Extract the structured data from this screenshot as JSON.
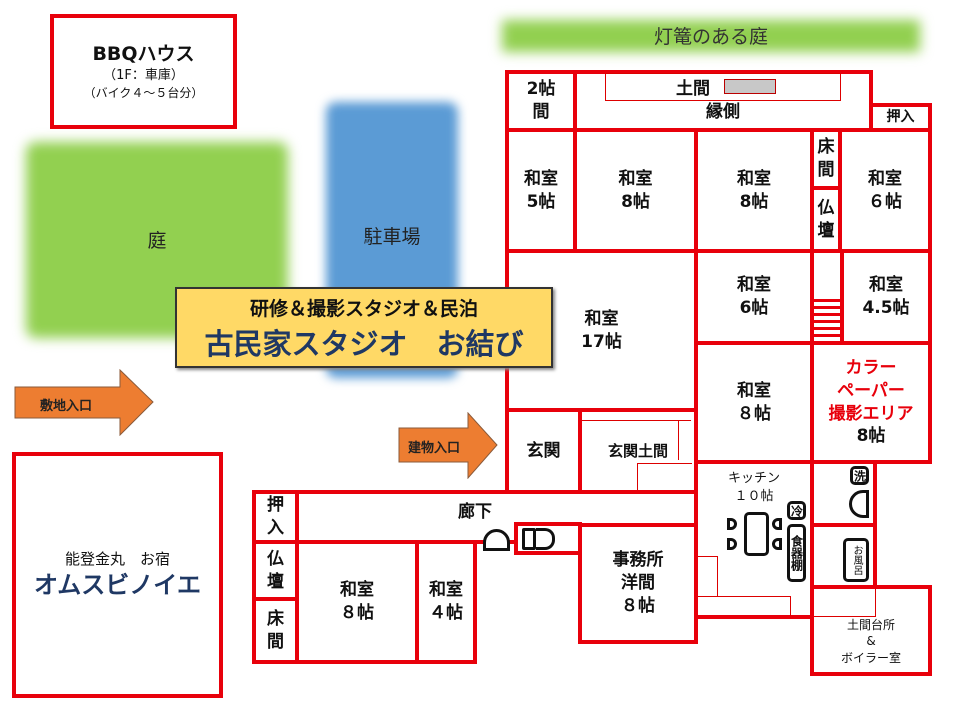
{
  "title": "研修＆撮影スタジオ＆民泊\n古民家スタジオ　お結び",
  "banner": {
    "line1": "研修＆撮影スタジオ＆民泊",
    "line2": "古民家スタジオ　お結び"
  },
  "colors": {
    "wall": "#e8000b",
    "garden": "#92d050",
    "parking": "#5b9bd5",
    "banner": "#ffd966",
    "arrow": "#ed7d31",
    "banner_text": "#1f3864"
  },
  "outside": {
    "bbq_title": "BBQハウス",
    "bbq_sub1": "（1F：車庫）",
    "bbq_sub2": "（バイク４～５台分）",
    "lantern_garden": "灯篭のある庭",
    "garden": "庭",
    "parking": "駐車場",
    "site_entrance": "敷地入口",
    "building_entrance": "建物入口",
    "inn_sub": "能登金丸　お宿",
    "inn_name": "オムスビノイエ"
  },
  "rooms": {
    "r2jo": "2帖\n間",
    "doma": "土間",
    "engawa": "縁側",
    "oshiire1": "押入",
    "washitsu5": "和室\n5帖",
    "washitsu8a": "和室\n8帖",
    "washitsu8b": "和室\n8帖",
    "tokonoma1": "床\n間",
    "butsudan1": "仏\n壇",
    "washitsu6a": "和室\n６帖",
    "washitsu17": "和室\n17帖",
    "washitsu6b": "和室\n6帖",
    "washitsu45": "和室\n4.5帖",
    "washitsu8c": "和室\n８帖",
    "color_paper": "カラー\nペーパー\n撮影エリア",
    "color_paper_size": "8帖",
    "genkan": "玄関",
    "genkan_doma": "玄関土間",
    "kitchen": "キッチン\n１０帖",
    "fridge": "冷",
    "cupboard": "食器棚",
    "wash": "洗",
    "bath": "お風呂",
    "doma_kitchen": "土間台所\n&\nボイラー室",
    "rouka": "廊下",
    "oshiire2": "押\n入",
    "butsudan2": "仏\n壇",
    "tokonoma2": "床\n間",
    "washitsu8d": "和室\n８帖",
    "washitsu4": "和室\n４帖",
    "office": "事務所\n洋間\n８帖"
  }
}
